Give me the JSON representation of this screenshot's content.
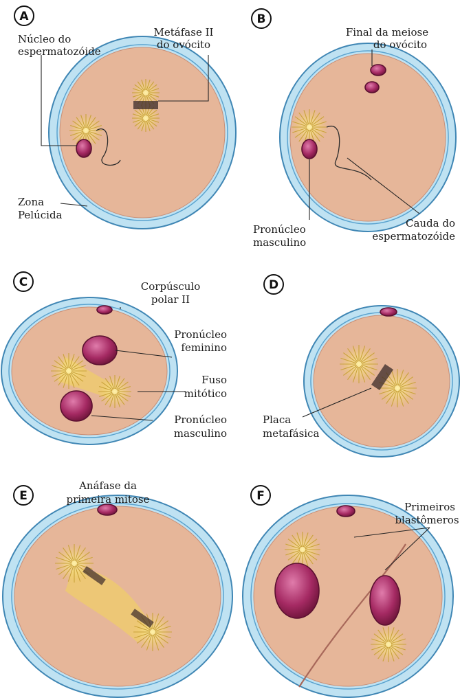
{
  "panels": {
    "A": {
      "letter": "A",
      "label_nucleo": [
        "Núcleo do",
        "espermatozóide"
      ],
      "label_metafase": [
        "Metáfase II",
        "do ovócito"
      ],
      "label_zona": [
        "Zona",
        "Pelúcida"
      ]
    },
    "B": {
      "letter": "B",
      "label_final": [
        "Final da meiose",
        "do ovócito"
      ],
      "label_pronucleo": [
        "Pronúcleo",
        "masculino"
      ],
      "label_cauda": [
        "Cauda do",
        "espermatozóide"
      ]
    },
    "C": {
      "letter": "C",
      "label_corpusculo": [
        "Corpúsculo",
        "polar II"
      ],
      "label_pron_fem": [
        "Pronúcleo",
        "feminino"
      ],
      "label_fuso": [
        "Fuso",
        "mitótico"
      ],
      "label_pron_masc": [
        "Pronúcleo",
        "masculino"
      ]
    },
    "D": {
      "letter": "D",
      "label_placa": [
        "Placa",
        "metafásica"
      ]
    },
    "E": {
      "letter": "E",
      "label_anafase": [
        "Anáfase da",
        "primeira mitose"
      ]
    },
    "F": {
      "letter": "F",
      "label_primeiros": [
        "Primeiros",
        "blastômeros"
      ]
    }
  },
  "colors": {
    "zona_pelucida": "#bfe2f2",
    "cytoplasm": "#e6b699",
    "nucleus": "#b0336b",
    "aster": "#e8c64a",
    "spindle": "#f2d65a"
  }
}
